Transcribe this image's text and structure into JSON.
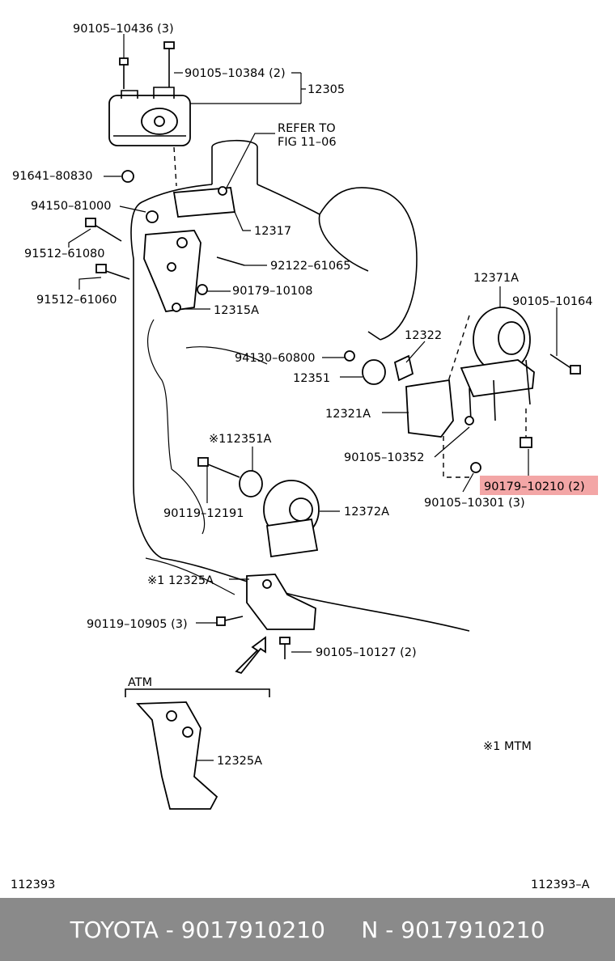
{
  "labels": {
    "l_9010510436": "90105–10436 (3)",
    "l_9010510384": "90105–10384 (2)",
    "l_12305": "12305",
    "l_refer1": "REFER TO",
    "l_refer2": "FIG 11–06",
    "l_9164180830": "91641–80830",
    "l_9415081000": "94150–81000",
    "l_12317": "12317",
    "l_9151261080": "91512–61080",
    "l_9212261065": "92122–61065",
    "l_9017910108": "90179–10108",
    "l_9151261060": "91512–61060",
    "l_12315A": "12315A",
    "l_12371A": "12371A",
    "l_9010510164": "90105–10164",
    "l_12322": "12322",
    "l_9413060800": "94130–60800",
    "l_12351": "12351",
    "l_12321A": "12321A",
    "l_112351A": "※112351A",
    "l_9010510352": "90105–10352",
    "l_9017910210": "90179–10210 (2)",
    "l_9010510301": "90105–10301 (3)",
    "l_9011912191": "90119–12191",
    "l_12372A": "12372A",
    "l_12325A_mtm": "※1 12325A",
    "l_9011910905": "90119–10905 (3)",
    "l_9010510127": "90105–10127 (2)",
    "l_atm": "ATM",
    "l_12325A_atm": "12325A",
    "l_mtm_note": "※1 MTM",
    "l_112393": "112393",
    "l_112393A": "112393–A"
  },
  "highlight_color": "#f3a6a6",
  "footer": {
    "text": "TOYOTA - 9017910210     N - 9017910210",
    "background": "#8a8a8a",
    "color": "#ffffff"
  }
}
